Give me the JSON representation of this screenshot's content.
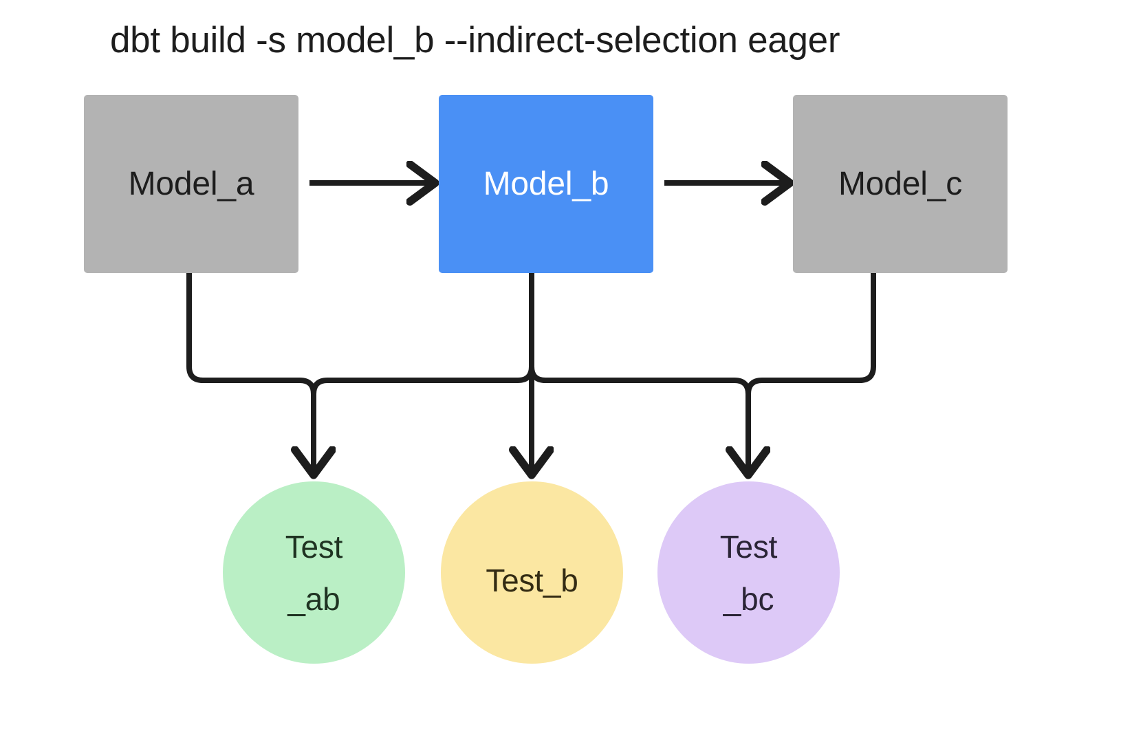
{
  "diagram": {
    "title": "dbt build -s model_b --indirect-selection eager",
    "background_color": "#ffffff",
    "edge_color": "#1d1d1d",
    "models": [
      {
        "id": "model_a",
        "label": "Model_a",
        "fill": "#b3b3b3",
        "text_color": "#1d1d1d",
        "selected": false
      },
      {
        "id": "model_b",
        "label": "Model_b",
        "fill": "#4a90f5",
        "text_color": "#ffffff",
        "selected": true
      },
      {
        "id": "model_c",
        "label": "Model_c",
        "fill": "#b3b3b3",
        "text_color": "#1d1d1d",
        "selected": false
      }
    ],
    "tests": [
      {
        "id": "test_ab",
        "label": "Test\n_ab",
        "fill": "#baefc5",
        "text_color": "#1f3322"
      },
      {
        "id": "test_b",
        "label": "Test_b",
        "fill": "#fbe7a2",
        "text_color": "#332b13"
      },
      {
        "id": "test_bc",
        "label": "Test\n_bc",
        "fill": "#ddc9f7",
        "text_color": "#2a2436"
      }
    ],
    "edges": [
      {
        "from": "model_a",
        "to": "model_b",
        "style": "arrow-right"
      },
      {
        "from": "model_b",
        "to": "model_c",
        "style": "arrow-right"
      },
      {
        "from": "model_a",
        "to": "test_ab",
        "style": "elbow-down"
      },
      {
        "from": "model_b",
        "to": "test_ab",
        "style": "elbow-down"
      },
      {
        "from": "model_b",
        "to": "test_b",
        "style": "straight-down"
      },
      {
        "from": "model_b",
        "to": "test_bc",
        "style": "elbow-down"
      },
      {
        "from": "model_c",
        "to": "test_bc",
        "style": "elbow-down"
      }
    ]
  }
}
